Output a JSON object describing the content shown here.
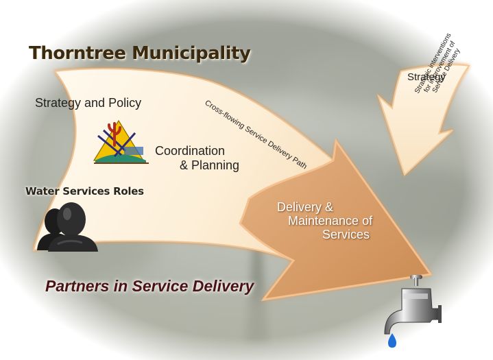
{
  "title": "Thorntree Municipality",
  "roles": {
    "strategy_policy": "Strategy and Policy",
    "coordination_line1": "Coordination",
    "coordination_line2": "& Planning",
    "water_services_roles": "Water Services Roles"
  },
  "delivery": {
    "line1": "Delivery &",
    "line2": "Maintenance of",
    "line3": "Services"
  },
  "path_label": "Cross-flowing Service Delivery Path",
  "strategy": {
    "label": "Strategy",
    "interventions_line1": "Strategic interventions",
    "interventions_line2": "for improvement of",
    "interventions_line3": "Service Delivery"
  },
  "partners": "Partners in Service Delivery",
  "colors": {
    "arrow_fill_light": "#fdf1dc",
    "arrow_fill_dark": "#d49a68",
    "arrow_edge": "#e8ad6e",
    "title_text": "#3a2a12",
    "partners_text": "#4a1212",
    "water_drop": "#1f6fd6"
  },
  "icons": {
    "people": "people-icon",
    "emblem": "municipal-emblem-icon",
    "tap": "water-tap-icon"
  }
}
